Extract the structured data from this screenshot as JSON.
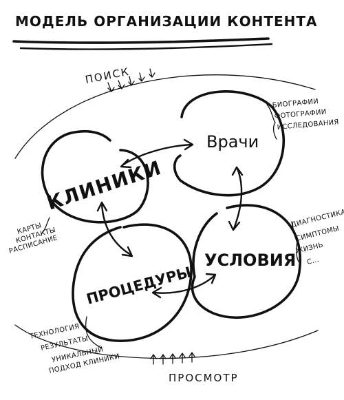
{
  "title": "МОДЕЛЬ ОРГАНИЗАЦИИ КОНТЕНТА",
  "search_label": "ПОИСК",
  "browse_label": "ПРОСМОТР",
  "nodes": {
    "doctors": {
      "label": "Врачи",
      "notes": [
        "БИОГРАФИИ",
        "ФОТОГРАФИИ",
        "ИССЛЕДОВАНИЯ"
      ]
    },
    "clinics": {
      "label": "КЛИНИКИ",
      "notes": [
        "КАРТЫ",
        "КОНТАКТЫ",
        "РАСПИСАНИЕ"
      ]
    },
    "conditions": {
      "label": "УСЛОВИЯ",
      "notes": [
        "ДИАГНОСТИКА",
        "СИМПТОМЫ",
        "ЖИЗНЬ",
        "С..."
      ]
    },
    "procedures": {
      "label": "ПРОЦЕДУРЫ",
      "notes": [
        "ТЕХНОЛОГИЯ",
        "РЕЗУЛЬТАТЫ",
        "УНИКАЛЬНЫЙ",
        "ПОДХОД КЛИНИКИ"
      ]
    }
  }
}
